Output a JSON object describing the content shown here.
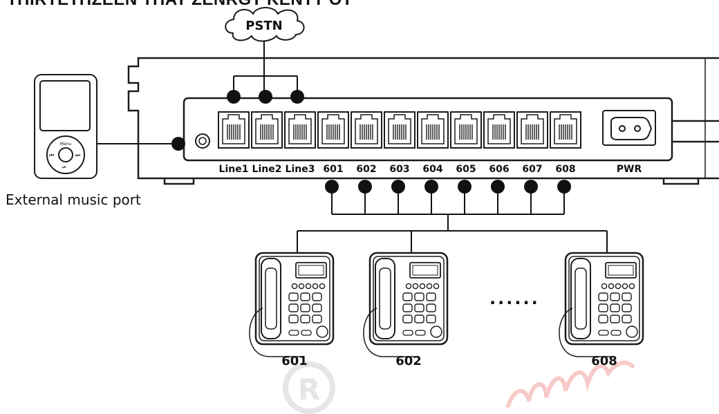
{
  "heading": "THIRTETHZEEN THAT ZENRGT KENTT OT",
  "cloud": {
    "label": "PSTN"
  },
  "mp3_player": {
    "menu_label": "Menu",
    "caption": "External music port"
  },
  "pbx": {
    "line_ports": [
      "Line1",
      "Line2",
      "Line3"
    ],
    "ext_ports": [
      "601",
      "602",
      "603",
      "604",
      "605",
      "606",
      "607",
      "608"
    ],
    "power_label": "PWR"
  },
  "phones": [
    {
      "ext": "601"
    },
    {
      "ext": "602"
    },
    {
      "ext": "608"
    }
  ],
  "ellipsis": "......",
  "colors": {
    "line": "#111111",
    "outline": "#1a1a1a",
    "watermark_gray": "#e3e3e3",
    "watermark_red": "#f7c9c9"
  }
}
